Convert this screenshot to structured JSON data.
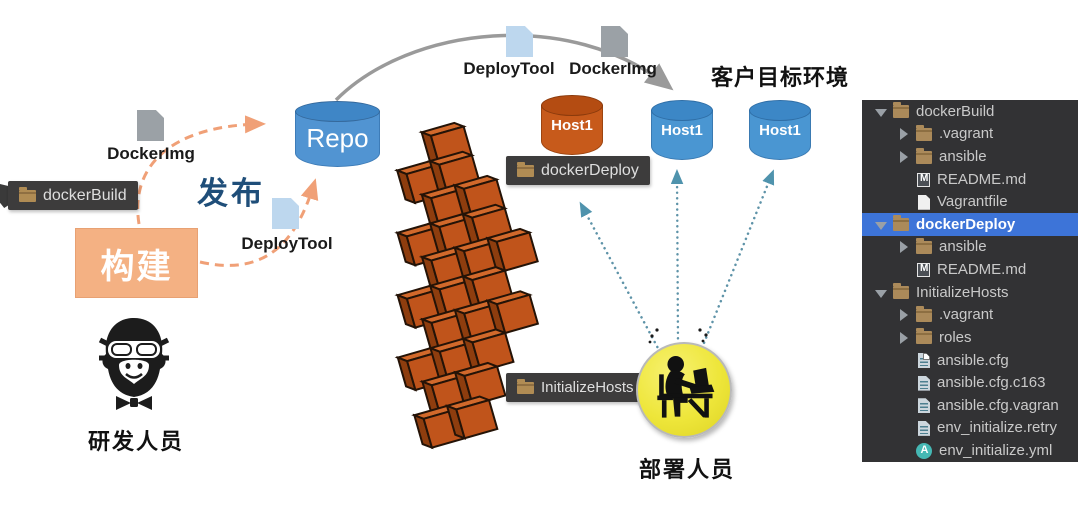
{
  "diagram": {
    "build_box_label": "构建",
    "publish_label": "发布",
    "repo_label": "Repo",
    "target_env_title": "客户目标环境",
    "developer_label": "研发人员",
    "deployer_label": "部署人员",
    "docker_img_label_left": "DockerImg",
    "deploy_tool_label_left": "DeployTool",
    "deploy_tool_label_top": "DeployTool",
    "docker_img_label_top": "DockerImg",
    "host_orange_label": "Host1",
    "host_blue1_label": "Host1",
    "host_blue2_label": "Host1",
    "tag_docker_build": "dockerBuild",
    "tag_docker_deploy": "dockerDeploy",
    "tag_initialize_hosts": "InitializeHosts"
  },
  "file_tree": {
    "rows": [
      {
        "label": "dockerBuild",
        "indent": 0,
        "arrow": "down",
        "icon": "folder",
        "selected": false
      },
      {
        "label": ".vagrant",
        "indent": 1,
        "arrow": "right",
        "icon": "folder",
        "selected": false
      },
      {
        "label": "ansible",
        "indent": 1,
        "arrow": "right",
        "icon": "folder",
        "selected": false
      },
      {
        "label": "README.md",
        "indent": 1,
        "arrow": "none",
        "icon": "markdown",
        "selected": false
      },
      {
        "label": "Vagrantfile",
        "indent": 1,
        "arrow": "none",
        "icon": "file",
        "selected": false
      },
      {
        "label": "dockerDeploy",
        "indent": 0,
        "arrow": "down",
        "icon": "folder",
        "selected": true
      },
      {
        "label": "ansible",
        "indent": 1,
        "arrow": "right",
        "icon": "folder",
        "selected": false
      },
      {
        "label": "README.md",
        "indent": 1,
        "arrow": "none",
        "icon": "markdown",
        "selected": false
      },
      {
        "label": "InitializeHosts",
        "indent": 0,
        "arrow": "down",
        "icon": "folder",
        "selected": false
      },
      {
        "label": ".vagrant",
        "indent": 1,
        "arrow": "right",
        "icon": "folder",
        "selected": false
      },
      {
        "label": "roles",
        "indent": 1,
        "arrow": "right",
        "icon": "folder",
        "selected": false
      },
      {
        "label": "ansible.cfg",
        "indent": 1,
        "arrow": "none",
        "icon": "config-link",
        "selected": false
      },
      {
        "label": "ansible.cfg.c163",
        "indent": 1,
        "arrow": "none",
        "icon": "config",
        "selected": false
      },
      {
        "label": "ansible.cfg.vagran",
        "indent": 1,
        "arrow": "none",
        "icon": "config",
        "selected": false
      },
      {
        "label": "env_initialize.retry",
        "indent": 1,
        "arrow": "none",
        "icon": "config",
        "selected": false
      },
      {
        "label": "env_initialize.yml",
        "indent": 1,
        "arrow": "none",
        "icon": "ansible",
        "selected": false
      }
    ]
  },
  "colors": {
    "build_box_orange": "#f4b183",
    "publish_text_blue": "#1f4e79",
    "repo_blue": "#5194d2",
    "host_blue": "#4a96d2",
    "host_orange": "#c75a1b",
    "brick_orange": "#c0541b",
    "dashed_arrow_orange": "#f0a077",
    "dotted_arrow_teal": "#5e93a8",
    "gray_arrow": "#9a9a9a",
    "panel_background": "#323234",
    "selection_blue": "#3d74d8",
    "folder_tan": "#b08c54",
    "person_yellow": "#eee63a"
  }
}
